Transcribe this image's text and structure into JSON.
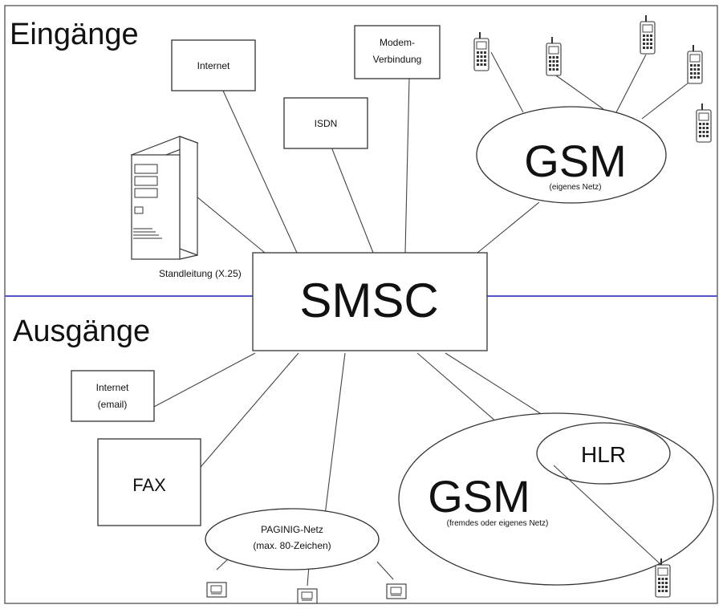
{
  "sections": {
    "inputs": "Eingänge",
    "outputs": "Ausgänge"
  },
  "smsc": "SMSC",
  "inputs": {
    "internet": "Internet",
    "modem_line1": "Modem-",
    "modem_line2": "Verbindung",
    "isdn": "ISDN",
    "leased_line": "Standleitung (X.25)",
    "gsm_title": "GSM",
    "gsm_sub": "(eigenes Netz)"
  },
  "outputs": {
    "internet_line1": "Internet",
    "internet_line2": "(email)",
    "fax": "FAX",
    "paging_line1": "PAGINIG-Netz",
    "paging_line2": "(max. 80-Zeichen)",
    "gsm_title": "GSM",
    "gsm_sub": "(fremdes oder eigenes Netz)",
    "hlr": "HLR"
  },
  "colors": {
    "divider": "#5555c8",
    "stroke": "#333333"
  },
  "icons": [
    "server-icon",
    "mobile-phone-icon",
    "pager-icon"
  ]
}
